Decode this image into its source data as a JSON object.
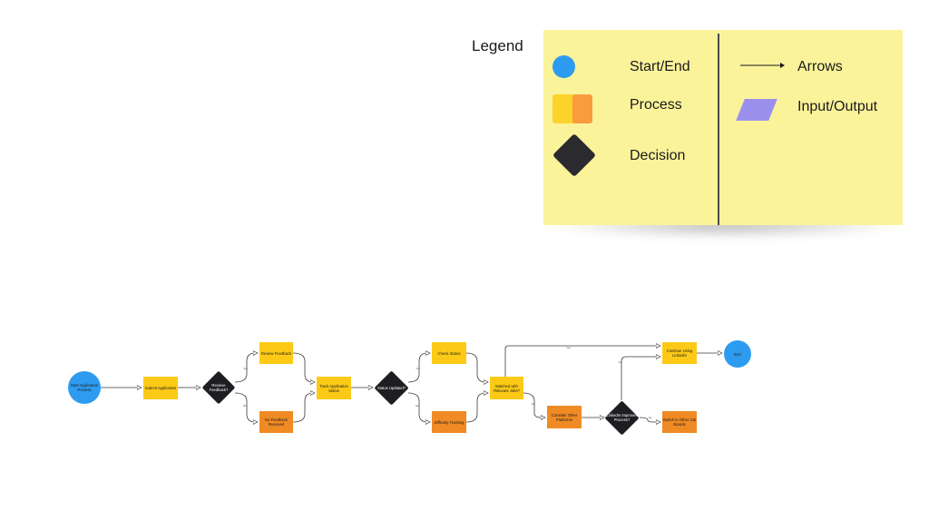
{
  "legend": {
    "title": "Legend",
    "items": {
      "start_end": "Start/End",
      "process": "Process",
      "decision": "Decision",
      "arrows": "Arrows",
      "input_output": "Input/Output"
    }
  },
  "colors": {
    "sticky": "#fbf39a",
    "start_end": "#2d9bf0",
    "process_yellow": "#fcca16",
    "process_orange": "#f08a24",
    "decision": "#1e1e22",
    "input_output": "#9b91ec"
  },
  "nodes": {
    "start": "Start Application Process",
    "submit": "Submit Application",
    "receive_feedback": "Receive Feedback?",
    "review_feedback": "Review Feedback",
    "no_feedback": "No Feedback Received",
    "track_status": "Track Application Status",
    "status_updated": "Status Updated?",
    "check_status": "Check Status",
    "difficulty_tracking": "Difficulty Tracking",
    "matched": "Matched with Relevant Jobs?",
    "consider_platforms": "Consider Other Platforms",
    "linkedin_improves": "LinkedIn Improves Process?",
    "continue_linkedin": "Continue Using LinkedIn",
    "switch_boards": "Switch to Other Job Boards",
    "end": "End"
  },
  "edge_labels": {
    "yes": "Yes",
    "no": "No"
  }
}
